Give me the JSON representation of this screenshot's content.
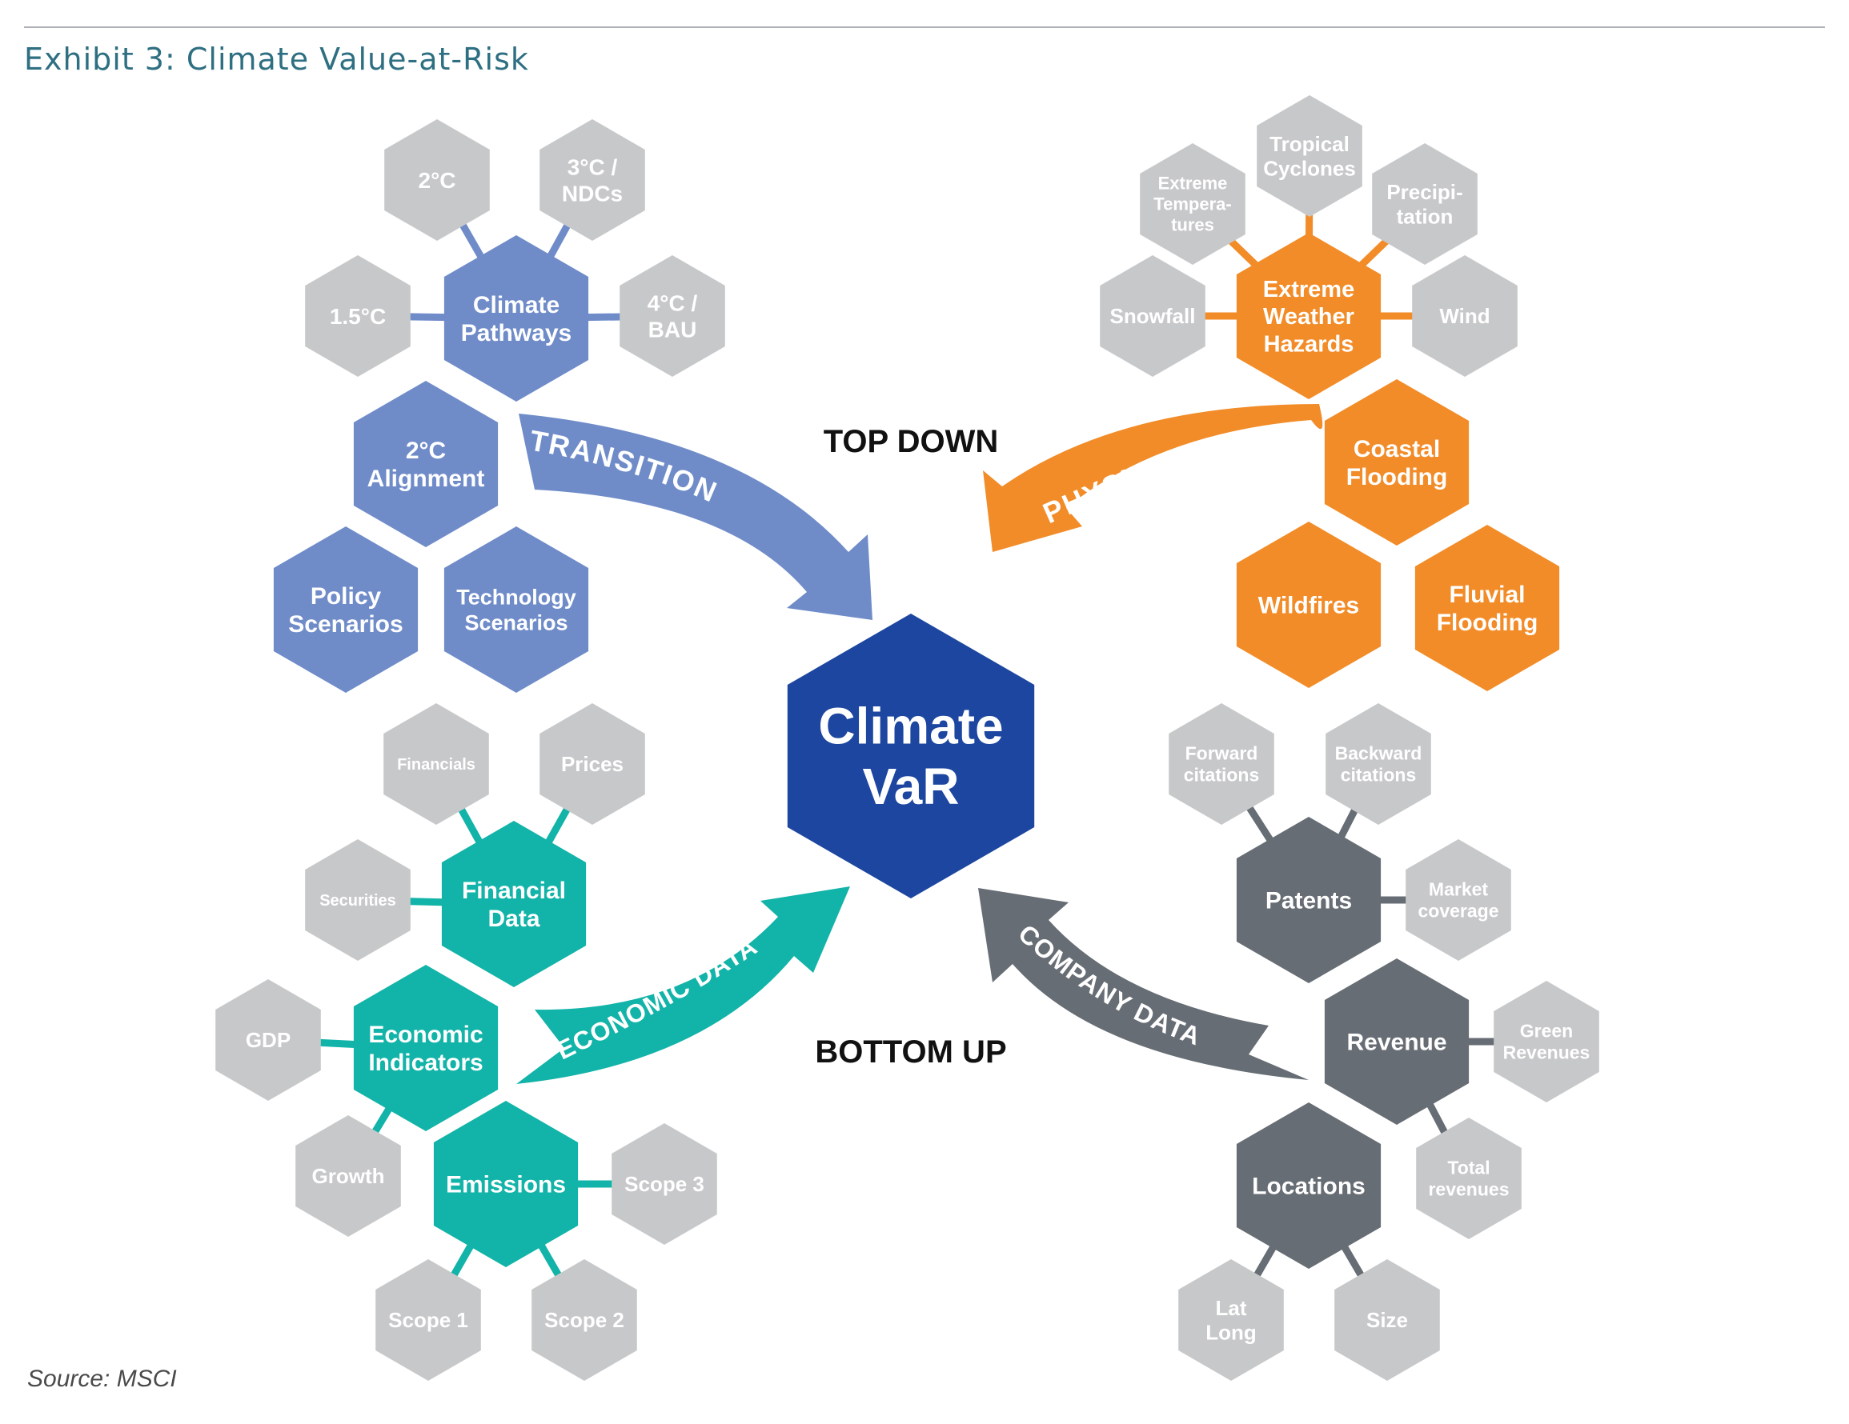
{
  "title": "Exhibit 3: Climate Value-at-Risk",
  "source": "Source: MSCI",
  "colors": {
    "transition": "#6f8cc9",
    "physical": "#f28c28",
    "economic": "#12b3a8",
    "company": "#676d74",
    "leaf": "#c7c8ca",
    "center": "#1d46a0",
    "connector_transition": "#6f8cc9",
    "connector_physical": "#f28c28",
    "connector_economic": "#12b3a8",
    "connector_company": "#676d74",
    "arrow_label": "#ffffff",
    "direction_label": "#111111"
  },
  "center": {
    "lines": [
      "Climate",
      "VaR"
    ]
  },
  "directions": {
    "top": "TOP DOWN",
    "bottom": "BOTTOM UP"
  },
  "arrows": {
    "transition": "TRANSITION",
    "physical": "PHYSICAL",
    "economic": "ECONOMIC DATA",
    "company": "COMPANY DATA"
  },
  "transition": {
    "hubs": [
      {
        "id": "climate-pathways",
        "lines": [
          "Climate",
          "Pathways"
        ]
      },
      {
        "id": "2c-alignment",
        "lines": [
          "2°C",
          "Alignment"
        ]
      },
      {
        "id": "policy-scenarios",
        "lines": [
          "Policy",
          "Scenarios"
        ]
      },
      {
        "id": "technology-scenarios",
        "lines": [
          "Technology",
          "Scenarios"
        ]
      }
    ],
    "leaves": [
      {
        "id": "2c",
        "lines": [
          "2°C"
        ]
      },
      {
        "id": "3c-ndcs",
        "lines": [
          "3°C /",
          "NDCs"
        ]
      },
      {
        "id": "1-5c",
        "lines": [
          "1.5°C"
        ]
      },
      {
        "id": "4c-bau",
        "lines": [
          "4°C /",
          "BAU"
        ]
      }
    ]
  },
  "physical": {
    "hubs": [
      {
        "id": "extreme-weather-hazards",
        "lines": [
          "Extreme",
          "Weather",
          "Hazards"
        ]
      },
      {
        "id": "coastal-flooding",
        "lines": [
          "Coastal",
          "Flooding"
        ]
      },
      {
        "id": "wildfires",
        "lines": [
          "Wildfires"
        ]
      },
      {
        "id": "fluvial-flooding",
        "lines": [
          "Fluvial",
          "Flooding"
        ]
      }
    ],
    "leaves": [
      {
        "id": "tropical-cyclones",
        "lines": [
          "Tropical",
          "Cyclones"
        ]
      },
      {
        "id": "extreme-temperatures",
        "lines": [
          "Extreme",
          "Tempera-",
          "tures"
        ]
      },
      {
        "id": "precipitation",
        "lines": [
          "Precipi-",
          "tation"
        ]
      },
      {
        "id": "snowfall",
        "lines": [
          "Snowfall"
        ]
      },
      {
        "id": "wind",
        "lines": [
          "Wind"
        ]
      }
    ]
  },
  "economic": {
    "hubs": [
      {
        "id": "financial-data",
        "lines": [
          "Financial",
          "Data"
        ]
      },
      {
        "id": "economic-indicators",
        "lines": [
          "Economic",
          "Indicators"
        ]
      },
      {
        "id": "emissions",
        "lines": [
          "Emissions"
        ]
      }
    ],
    "leaves": [
      {
        "id": "financials",
        "lines": [
          "Financials"
        ]
      },
      {
        "id": "prices",
        "lines": [
          "Prices"
        ]
      },
      {
        "id": "securities",
        "lines": [
          "Securities"
        ]
      },
      {
        "id": "gdp",
        "lines": [
          "GDP"
        ]
      },
      {
        "id": "growth",
        "lines": [
          "Growth"
        ]
      },
      {
        "id": "scope-3",
        "lines": [
          "Scope 3"
        ]
      },
      {
        "id": "scope-1",
        "lines": [
          "Scope 1"
        ]
      },
      {
        "id": "scope-2",
        "lines": [
          "Scope 2"
        ]
      }
    ]
  },
  "company": {
    "hubs": [
      {
        "id": "patents",
        "lines": [
          "Patents"
        ]
      },
      {
        "id": "revenue",
        "lines": [
          "Revenue"
        ]
      },
      {
        "id": "locations",
        "lines": [
          "Locations"
        ]
      }
    ],
    "leaves": [
      {
        "id": "forward-citations",
        "lines": [
          "Forward",
          "citations"
        ]
      },
      {
        "id": "backward-citations",
        "lines": [
          "Backward",
          "citations"
        ]
      },
      {
        "id": "market-coverage",
        "lines": [
          "Market",
          "coverage"
        ]
      },
      {
        "id": "green-revenues",
        "lines": [
          "Green",
          "Revenues"
        ]
      },
      {
        "id": "total-revenues",
        "lines": [
          "Total",
          "revenues"
        ]
      },
      {
        "id": "lat-long",
        "lines": [
          "Lat",
          "Long"
        ]
      },
      {
        "id": "size",
        "lines": [
          "Size"
        ]
      }
    ]
  }
}
